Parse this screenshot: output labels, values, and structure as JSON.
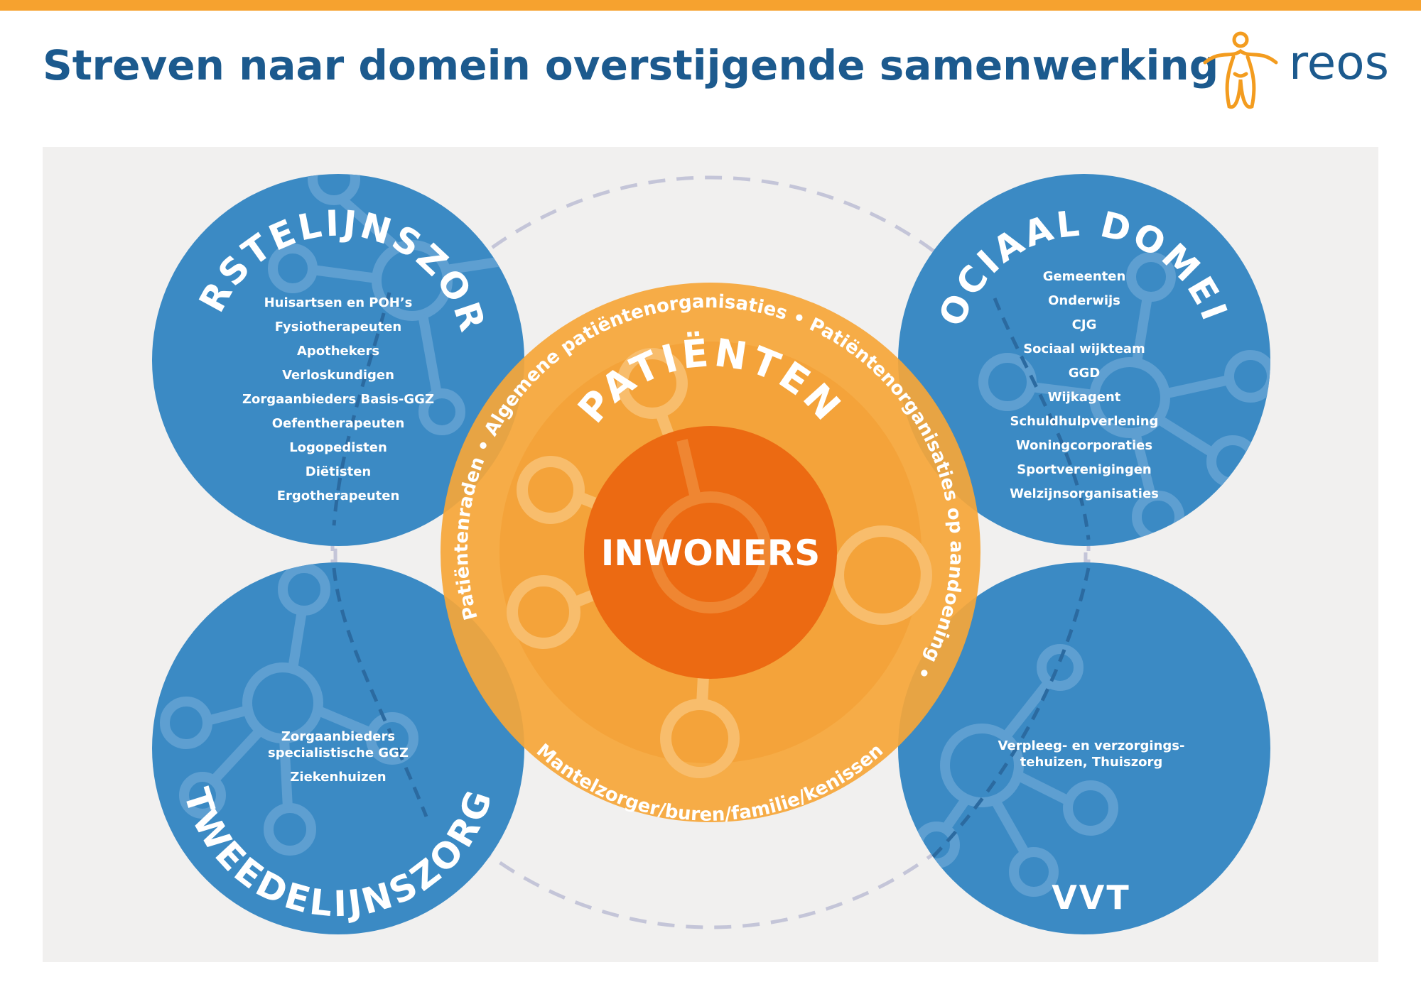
{
  "title": "Streven naar domein overstijgende samenwerking",
  "logo": {
    "text": "reos",
    "icon": "reos-figure-icon"
  },
  "colors": {
    "bar": "#f6a22f",
    "title": "#1c5a8e",
    "blue": "#3b8ac4",
    "orange_outer": "#f6a638",
    "orange_inner": "#ec6a12"
  },
  "eerstelijnszorg": {
    "title": "EERSTELIJNSZORG",
    "items": [
      "Huisartsen en POH’s",
      "Fysiotherapeuten",
      "Apothekers",
      "Verloskundigen",
      "Zorgaanbieders Basis-GGZ",
      "Oefentherapeuten",
      "Logopedisten",
      "Diëtisten",
      "Ergotherapeuten"
    ]
  },
  "sociaal_domein": {
    "title": "SOCIAAL DOMEIN",
    "items": [
      "Gemeenten",
      "Onderwijs",
      "CJG",
      "Sociaal wijkteam",
      "GGD",
      "Wijkagent",
      "Schuldhulpverlening",
      "Woningcorporaties",
      "Sportverenigingen",
      "Welzijnsorganisaties"
    ]
  },
  "tweedelijnszorg": {
    "title": "TWEEDELIJNSZORG",
    "items": [
      "Zorgaanbieders",
      "specialistische GGZ",
      "Ziekenhuizen"
    ]
  },
  "vvt": {
    "title": "VVT",
    "items": [
      "Verpleeg- en verzorgings-",
      "tehuizen, Thuiszorg"
    ]
  },
  "center": {
    "patienten": "PATIËNTEN",
    "inwoners": "INWONERS",
    "ring_top": "Patiëntenraden • Algemene patiëntenorganisaties • Patiëntenorganisaties op aandoening •",
    "ring_bottom": "Mantelzorger/buren/familie/kenissen"
  }
}
